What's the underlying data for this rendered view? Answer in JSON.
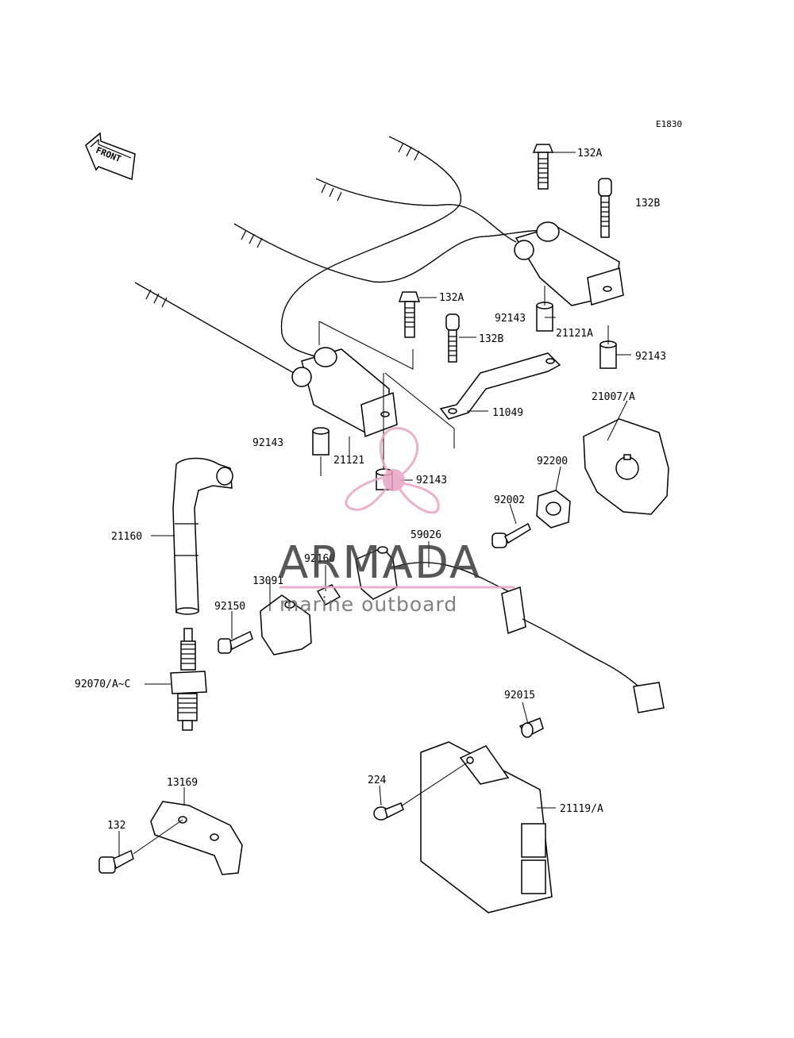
{
  "diagram_code": "E1830",
  "front_label": "FRONT",
  "watermark": {
    "brand": "ARMADA",
    "tagline": "marine outboard",
    "accent_color": "#e8a3c4"
  },
  "labels": {
    "p132A_top": "132A",
    "p132B_top": "132B",
    "p132A_mid": "132A",
    "p132B_mid": "132B",
    "p92143_a": "92143",
    "p21121A": "21121A",
    "p92143_b": "92143",
    "p11049": "11049",
    "p21007A": "21007/A",
    "p92143_c": "92143",
    "p21121": "21121",
    "p92143_d": "92143",
    "p92200": "92200",
    "p92002": "92002",
    "p21160": "21160",
    "p59026": "59026",
    "p92160": "92160",
    "p13091": "13091",
    "p92150": "92150",
    "p92070": "92070/A~C",
    "p92015": "92015",
    "p224": "224",
    "p21119A": "21119/A",
    "p13169": "13169",
    "p132": "132"
  }
}
